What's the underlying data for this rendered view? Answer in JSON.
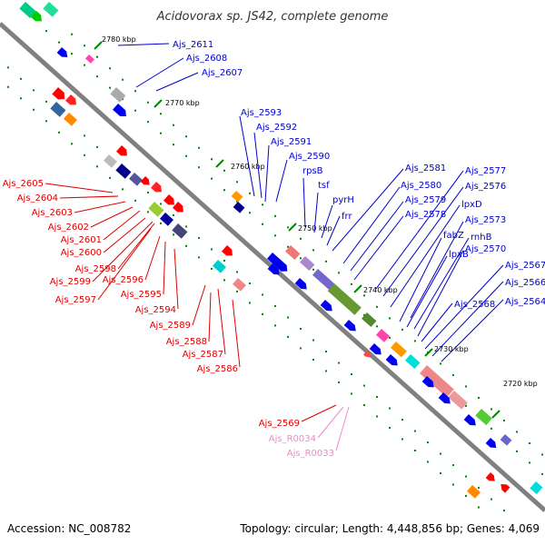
{
  "title": "Acidovorax sp. JS42, complete genome",
  "footer": {
    "accession": "Accession: NC_008782",
    "summary": "Topology: circular; Length: 4,448,856 bp; Genes: 4,069"
  },
  "colors": {
    "backbone": "#777777",
    "blue_label": "#0000cc",
    "red_label": "#dd0000",
    "pink_label": "#ee88cc",
    "tick": "#008800"
  },
  "kbp_ticks": [
    "2780 kbp",
    "2770 kbp",
    "2760 kbp",
    "2750 kbp",
    "2740 kbp",
    "2730 kbp",
    "2720 kbp"
  ],
  "blue_labels": [
    "Ajs_2611",
    "Ajs_2608",
    "Ajs_2607",
    "Ajs_2593",
    "Ajs_2592",
    "Ajs_2591",
    "Ajs_2590",
    "rpsB",
    "tsf",
    "pyrH",
    "frr",
    "Ajs_2581",
    "Ajs_2580",
    "Ajs_2579",
    "Ajs_2578",
    "Ajs_2577",
    "Ajs_2576",
    "lpxD",
    "fabZ",
    "lpxB",
    "rnhB",
    "Ajs_2573",
    "Ajs_2570",
    "Ajs_2567",
    "Ajs_2566",
    "Ajs_2564",
    "Ajs_2568"
  ],
  "red_labels": [
    "Ajs_2605",
    "Ajs_2604",
    "Ajs_2603",
    "Ajs_2602",
    "Ajs_2601",
    "Ajs_2600",
    "Ajs_2598",
    "Ajs_2599",
    "Ajs_2596",
    "Ajs_2597",
    "Ajs_2595",
    "Ajs_2594",
    "Ajs_2589",
    "Ajs_2588",
    "Ajs_2587",
    "Ajs_2586",
    "Ajs_2569"
  ],
  "pink_labels": [
    "Ajs_R0034",
    "Ajs_R0033"
  ]
}
